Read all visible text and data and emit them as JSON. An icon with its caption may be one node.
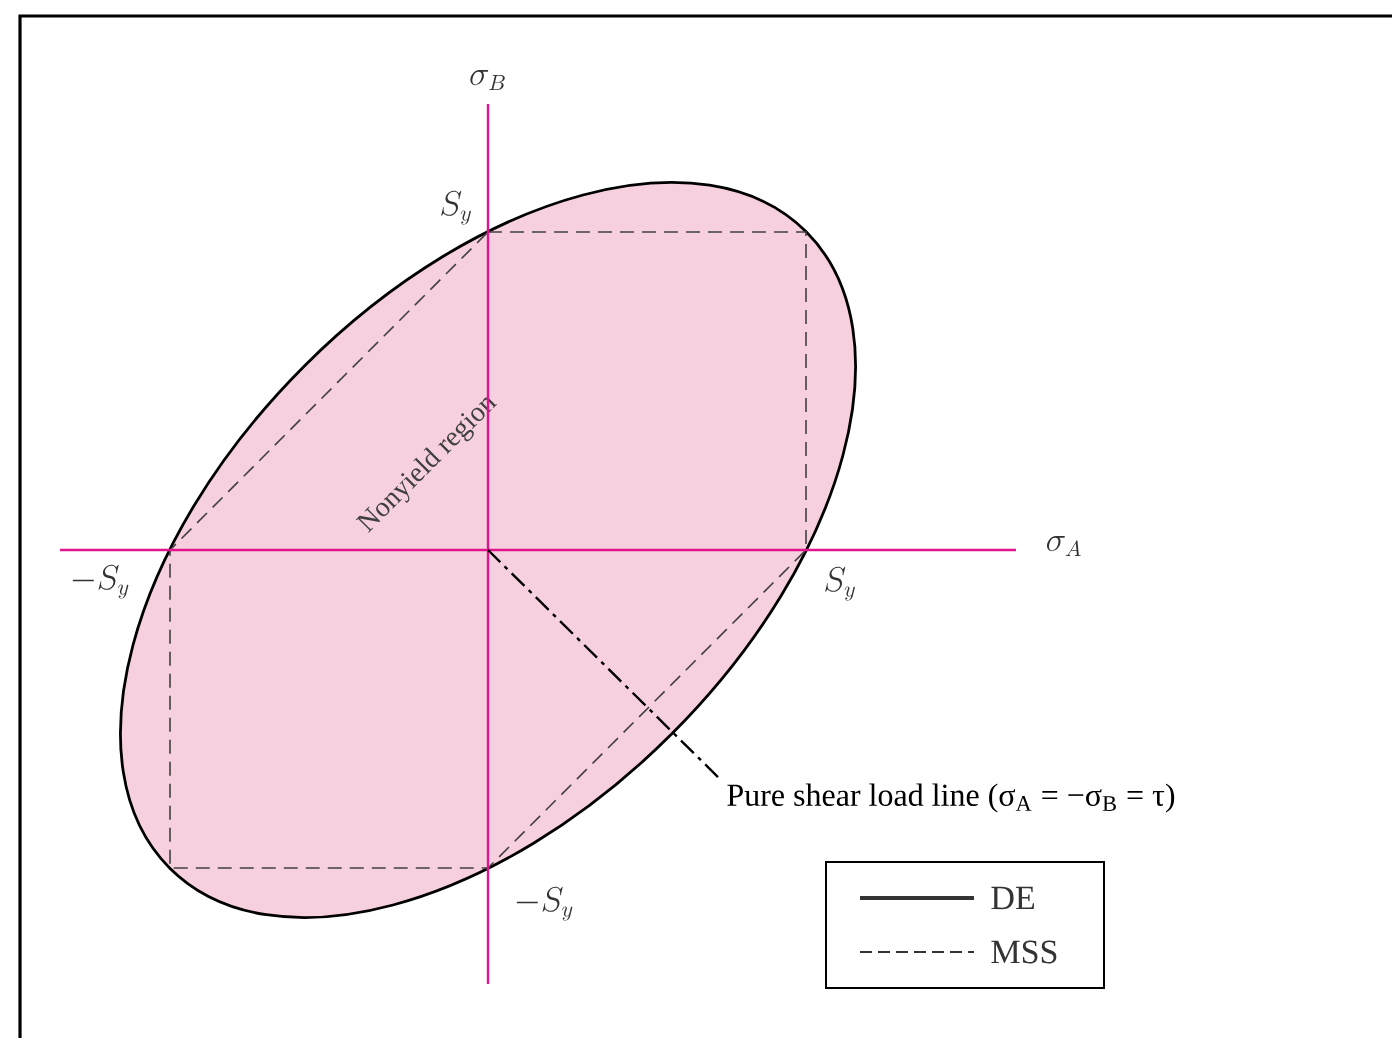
{
  "diagram": {
    "nodes": [
      {
        "text": [
          "Nonyield region"
        ]
      },
      {
        "text": [
          "Pure shear load line (σ$_{A}$ = −σ$_{B}$ = τ)"
        ]
      }
    ],
    "edges": [
      {
        "from": 1,
        "to": 0,
        "arrow": "none",
        "style": "dashed"
      }
    ],
    "labels": [
      "\\sigma_B",
      "S_y",
      "-S_y",
      "\\sigma_A",
      "S_y",
      "-S_y"
    ],
    "legend": [
      {
        "text": "DE"
      },
      {
        "text": "MSS"
      }
    ]
  }
}
